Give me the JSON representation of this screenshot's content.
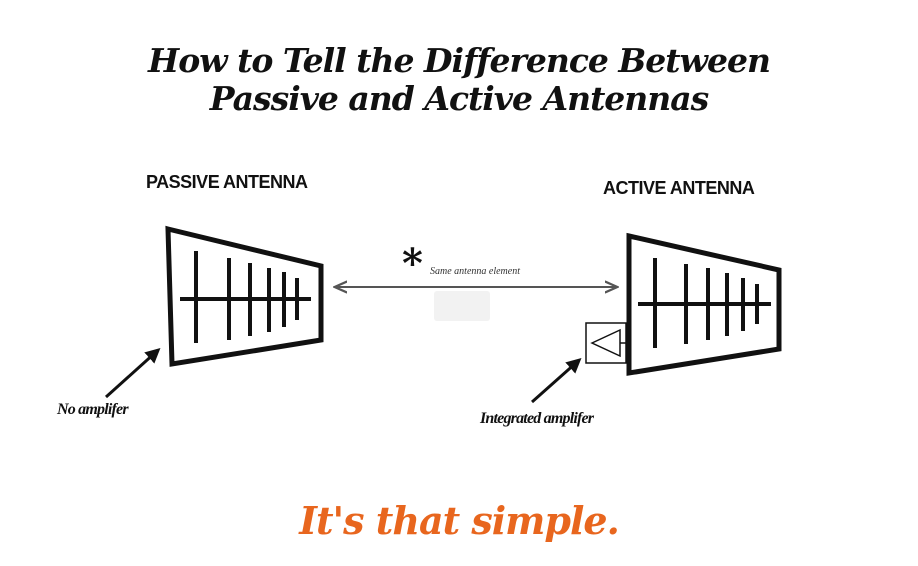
{
  "title": {
    "line1": "How to Tell the Difference Between",
    "line2": "Passive and Active Antennas"
  },
  "passive": {
    "heading": "PASSIVE ANTENNA",
    "note": "No amplifer"
  },
  "active": {
    "heading": "ACTIVE ANTENNA",
    "note": "Integrated amplifer"
  },
  "comparison": {
    "asterisk": "*",
    "note": "Same antenna element"
  },
  "footer": {
    "tagline": "It's that simple."
  },
  "colors": {
    "ink": "#111111",
    "arrow": "#555555",
    "accent": "#e8661e"
  }
}
